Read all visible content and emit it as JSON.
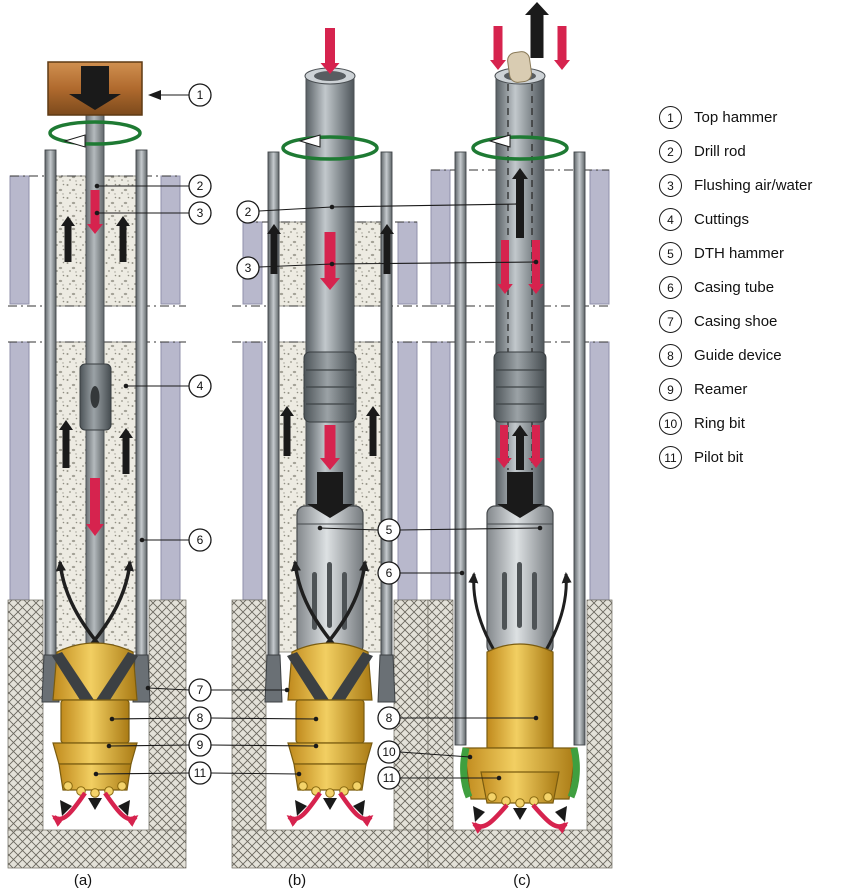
{
  "figure": {
    "panels": [
      {
        "id": "a",
        "label": "(a)"
      },
      {
        "id": "b",
        "label": "(b)"
      },
      {
        "id": "c",
        "label": "(c)"
      }
    ]
  },
  "legend": {
    "items": [
      {
        "num": "1",
        "label": "Top hammer"
      },
      {
        "num": "2",
        "label": "Drill rod"
      },
      {
        "num": "3",
        "label": "Flushing air/water"
      },
      {
        "num": "4",
        "label": "Cuttings"
      },
      {
        "num": "5",
        "label": "DTH hammer"
      },
      {
        "num": "6",
        "label": "Casing tube"
      },
      {
        "num": "7",
        "label": "Casing shoe"
      },
      {
        "num": "8",
        "label": "Guide device"
      },
      {
        "num": "9",
        "label": "Reamer"
      },
      {
        "num": "10",
        "label": "Ring bit"
      },
      {
        "num": "11",
        "label": "Pilot bit"
      }
    ]
  },
  "colors": {
    "hammer_copper": "#b06a2e",
    "flushing_red": "#d6234e",
    "rotation_green": "#1e7a33",
    "bit_gold": "#e9bc3f",
    "ring_bit_green": "#3f9f3f",
    "soil_lavender": "#b8b8cc",
    "steel_gray": "#9aa0a4",
    "soil_stipple_bg": "#edebe2",
    "rock_hatch_bg": "#e3e1d8"
  }
}
